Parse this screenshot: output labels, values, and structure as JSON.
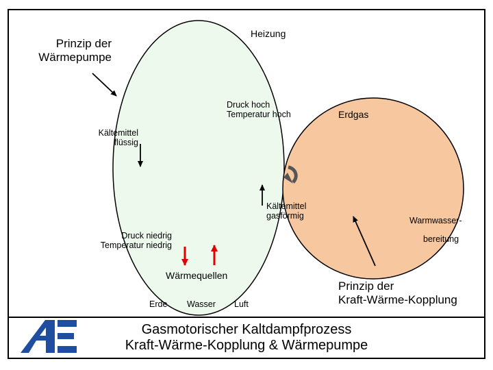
{
  "colors": {
    "ellipse_fill": "#eef9ee",
    "ellipse_stroke": "#000000",
    "circle_fill": "#f7c8a0",
    "circle_stroke": "#000000",
    "red_arrow": "#e00000",
    "logo_blue": "#1f4ea0"
  },
  "labels": {
    "heizung": "Heizung",
    "prinzip_wp_line1": "Prinzip der",
    "prinzip_wp_line2": "Wärmepumpe",
    "druck_hoch_line1": "Druck hoch",
    "druck_hoch_line2": "Temperatur hoch",
    "erdgas": "Erdgas",
    "kaeltemittel_fl_line1": "Kältemittel",
    "kaeltemittel_fl_line2": "flüssig",
    "kaeltemittel_gas_line1": "Kältemittel",
    "kaeltemittel_gas_line2": "gasförmig",
    "warmwasser_line1": "Warmwasser-",
    "warmwasser_line2": "bereitung",
    "druck_niedrig_line1": "Druck niedrig",
    "druck_niedrig_line2": "Temperatur niedrig",
    "waermequellen": "Wärmequellen",
    "erde": "Erde",
    "wasser": "Wasser",
    "luft": "Luft",
    "prinzip_kwk_line1": "Prinzip der",
    "prinzip_kwk_line2": "Kraft-Wärme-Kopplung"
  },
  "footer": {
    "title_line1": "Gasmotorischer Kaltdampfprozess",
    "title_line2": "Kraft-Wärme-Kopplung & Wärmepumpe"
  }
}
